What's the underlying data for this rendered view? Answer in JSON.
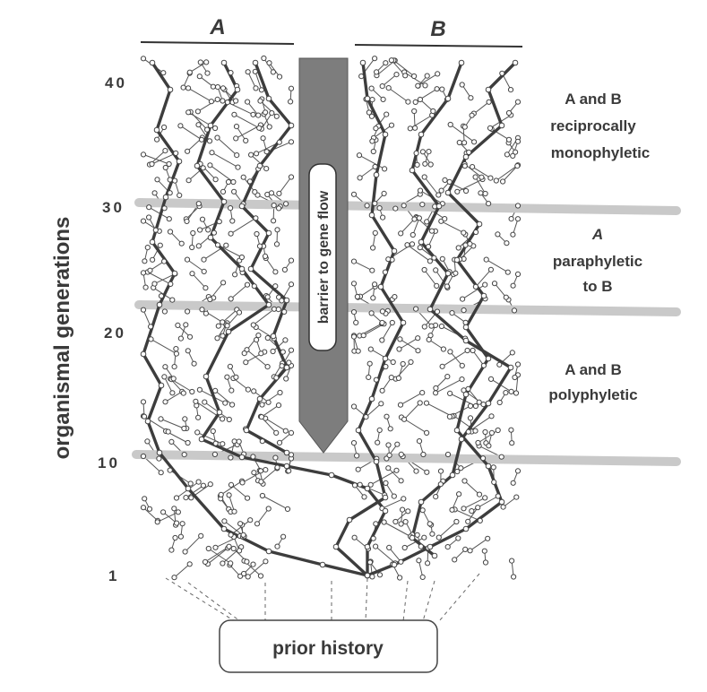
{
  "populations": {
    "a": "A",
    "b": "B"
  },
  "axis": {
    "label": "organismal generations",
    "ticks": [
      "1",
      "10",
      "20",
      "30",
      "40"
    ]
  },
  "barrier_label": "barrier to gene flow",
  "zones": [
    {
      "line1": "A and B",
      "line2": "reciprocally",
      "line3": "monophyletic"
    },
    {
      "line1": "A",
      "line2": "paraphyletic",
      "line3": "to B"
    },
    {
      "line1": "A and B",
      "line2": "polyphyletic",
      "line3": ""
    }
  ],
  "prior_history": "prior history",
  "colors": {
    "ink": "#3a3a3a",
    "grey_band": "#c8c8c8",
    "barrier_fill": "#7d7d7d"
  }
}
